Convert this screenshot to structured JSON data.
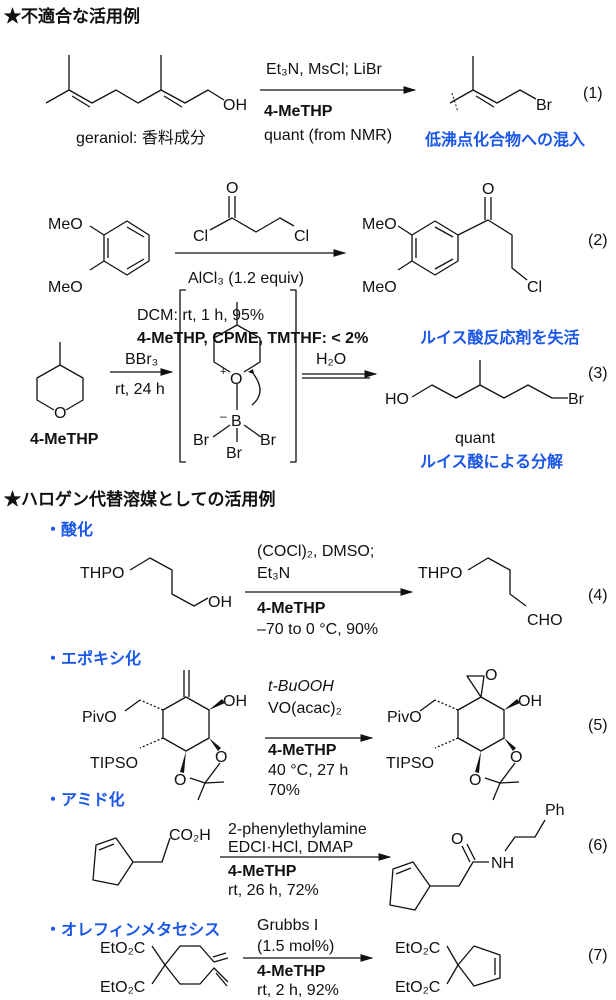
{
  "section1": {
    "title": "★不適合な活用例",
    "rxn1": {
      "reagents": "Et₃N, MsCl; LiBr",
      "solvent": "4-MeTHP",
      "yield": "quant (from NMR)",
      "substrate_label": "geraniol: 香料成分",
      "oh": "OH",
      "br": "Br",
      "number": "(1)",
      "note": "低沸点化合物への混入"
    },
    "rxn2": {
      "meo": "MeO",
      "o": "O",
      "cl": "Cl",
      "catalyst": "AlCl₃ (1.2 equiv)",
      "result_dcm": "DCM: rt, 1 h, 95%",
      "result_bad_solvents": "4-MeTHP, CPME, TMTHF: < 2%",
      "number": "(2)",
      "note": "ルイス酸反応剤を失活"
    },
    "rxn3": {
      "reagent": "BBr₃",
      "conditions": "rt, 24 h",
      "substrate_label": "4-MeTHP",
      "o": "O",
      "o_plus": "O",
      "plus": "+",
      "minus": "–",
      "b": "B",
      "br": "Br",
      "water": "H₂O",
      "ho": "HO",
      "yield": "quant",
      "number": "(3)",
      "note": "ルイス酸による分解"
    }
  },
  "section2": {
    "title": "★ハロゲン代替溶媒としての活用例",
    "rxn4": {
      "heading": "・酸化",
      "thpo": "THPO",
      "oh": "OH",
      "cho": "CHO",
      "reagent1": "(COCl)₂, DMSO;",
      "reagent2": "Et₃N",
      "solvent": "4-MeTHP",
      "conditions": "–70 to 0 °C, 90%",
      "number": "(4)"
    },
    "rxn5": {
      "heading": "・エポキシ化",
      "pivo": "PivO",
      "tipso": "TIPSO",
      "oh": "OH",
      "o": "O",
      "reagent1": "t-BuOOH",
      "reagent2": "VO(acac)₂",
      "solvent": "4-MeTHP",
      "conditions": "40 °C, 27 h",
      "yield": "70%",
      "number": "(5)"
    },
    "rxn6": {
      "heading": "・アミド化",
      "co2h": "CO₂H",
      "o": "O",
      "nh": "NH",
      "ph": "Ph",
      "reagent1": "2-phenylethylamine",
      "reagent2": "EDCI·HCl, DMAP",
      "solvent": "4-MeTHP",
      "conditions": "rt, 26 h, 72%",
      "number": "(6)"
    },
    "rxn7": {
      "heading": "・オレフィンメタセシス",
      "ester": "EtO₂C",
      "reagent1": "Grubbs I",
      "reagent2": "(1.5 mol%)",
      "solvent": "4-MeTHP",
      "conditions": "rt, 2 h, 92%",
      "number": "(7)"
    }
  }
}
